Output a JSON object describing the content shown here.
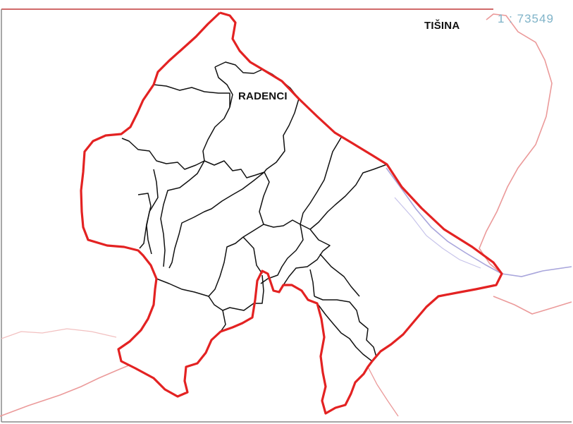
{
  "map": {
    "labels": {
      "tisina": "TIŠINA",
      "radenci": "RADENCI"
    },
    "scale": "1 : 73549"
  },
  "colors": {
    "municipality_border": "#e32222",
    "district_line": "#111111",
    "river": "#a9a6dc",
    "neighbour_border": "#eb9a9a",
    "scale_text": "#7fb3c8"
  }
}
